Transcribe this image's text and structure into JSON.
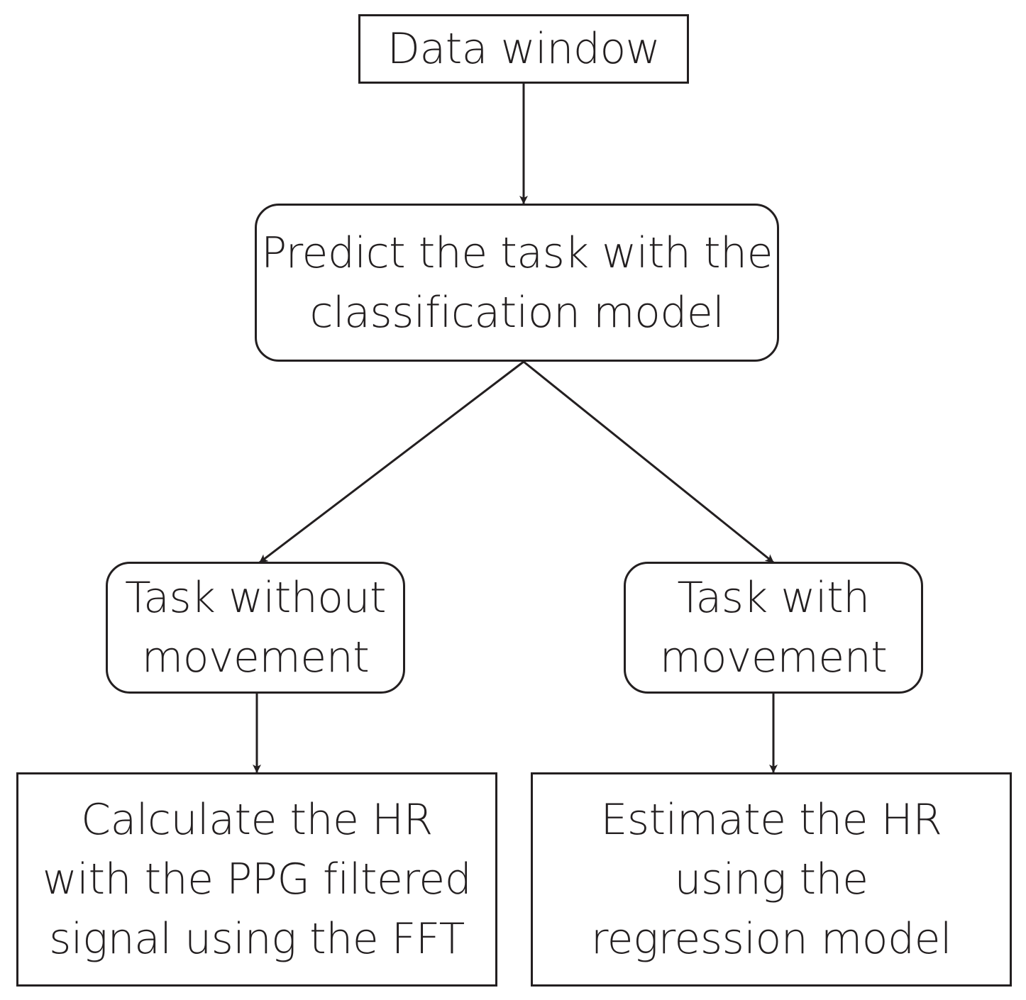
{
  "flowchart": {
    "nodes": {
      "data_window": {
        "label": "Data window"
      },
      "predict_task": {
        "label": "Predict the task with the\nclassification model"
      },
      "task_without_movement": {
        "label": "Task without\nmovement"
      },
      "task_with_movement": {
        "label": "Task with\nmovement"
      },
      "calculate_hr": {
        "label": "Calculate the HR\nwith the PPG filtered\nsignal using the FFT"
      },
      "estimate_hr": {
        "label": "Estimate the HR\nusing the\nregression model"
      }
    },
    "edges": [
      {
        "from": "data_window",
        "to": "predict_task"
      },
      {
        "from": "predict_task",
        "to": "task_without_movement"
      },
      {
        "from": "predict_task",
        "to": "task_with_movement"
      },
      {
        "from": "task_without_movement",
        "to": "calculate_hr"
      },
      {
        "from": "task_with_movement",
        "to": "estimate_hr"
      }
    ],
    "colors": {
      "stroke": "#231f20",
      "background": "#ffffff"
    }
  }
}
